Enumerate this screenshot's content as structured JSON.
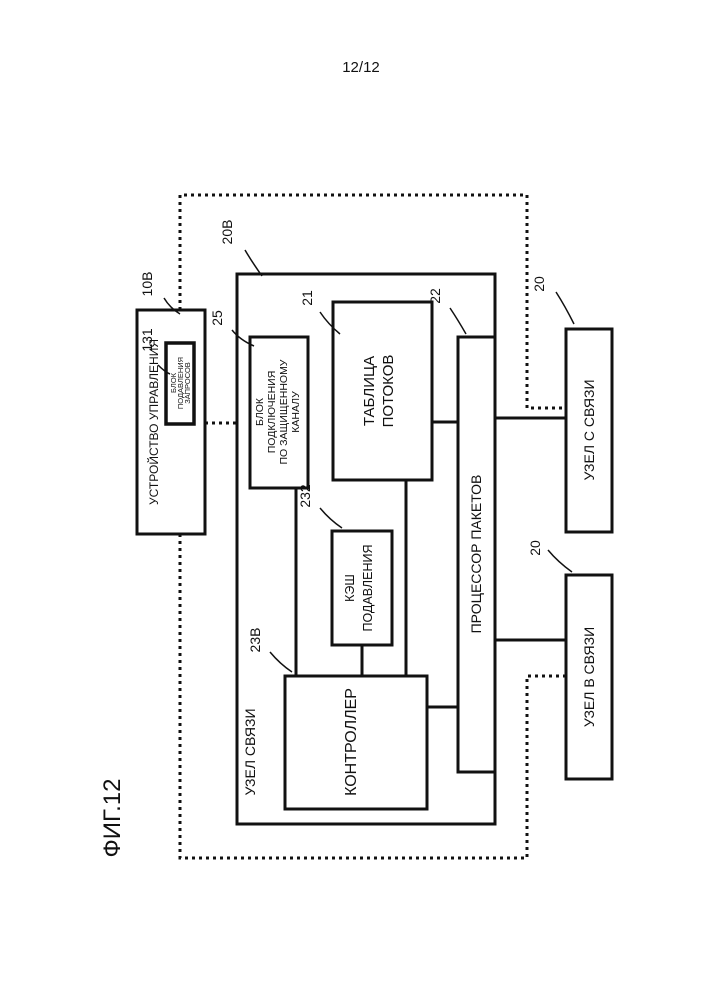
{
  "page_number": "12/12",
  "figure_label": "ФИГ.12",
  "refs": {
    "control": "10B",
    "suppress_req": "131",
    "node_outer": "20B",
    "secure": "25",
    "flow_table": "21",
    "packet_proc": "22",
    "cache": "232",
    "controller": "23B",
    "node_c": "20",
    "node_b": "20"
  },
  "labels": {
    "control_device": "УСТРОЙСТВО УПРАВЛЕНИЯ",
    "suppress_req_1": "БЛОК",
    "suppress_req_2": "ПОДАВЛЕНИЯ",
    "suppress_req_3": "ЗАПРОСОВ",
    "secure_1": "БЛОК",
    "secure_2": "ПОДКЛЮЧЕНИЯ",
    "secure_3": "ПО ЗАЩИЩЕННОМУ",
    "secure_4": "КАНАЛУ",
    "flow_table_1": "ТАБЛИЦА",
    "flow_table_2": "ПОТОКОВ",
    "cache_1": "КЭШ",
    "cache_2": "ПОДАВЛЕНИЯ",
    "packet_proc": "ПРОЦЕССОР ПАКЕТОВ",
    "controller": "КОНТРОЛЛЕР",
    "comm_node": "УЗЕЛ СВЯЗИ",
    "node_c": "УЗЕЛ С СВЯЗИ",
    "node_b": "УЗЕЛ В СВЯЗИ"
  }
}
